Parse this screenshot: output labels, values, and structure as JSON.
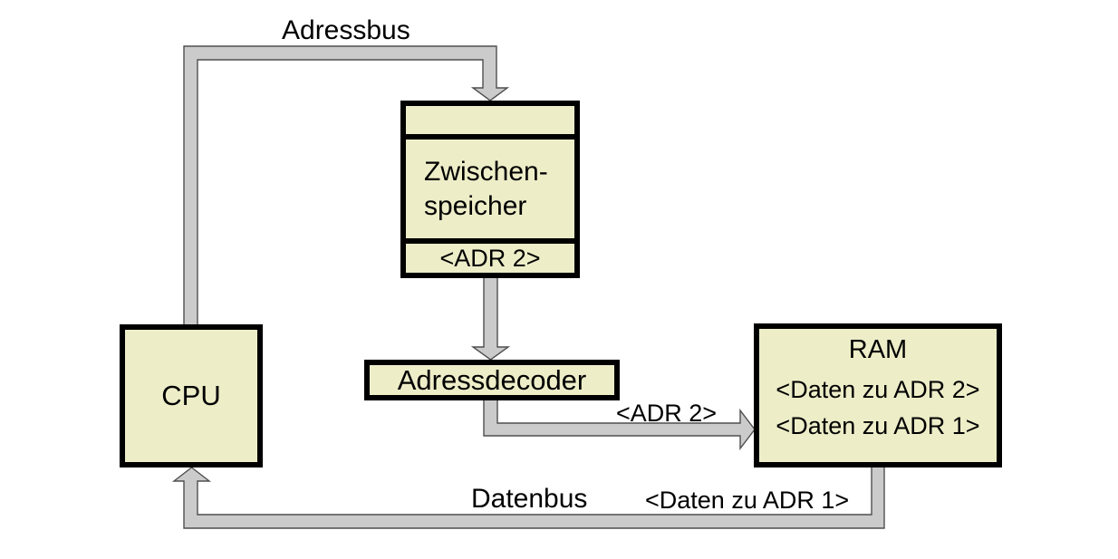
{
  "colors": {
    "background": "#ffffff",
    "box_fill": "#ededc8",
    "box_border": "#000000",
    "bus_fill": "#cbcbcb",
    "bus_stroke": "#4f4f4f",
    "text": "#000000"
  },
  "nodes": {
    "cpu": {
      "label": "CPU"
    },
    "buffer": {
      "line1": "Zwischen-",
      "line2": "speicher",
      "slot": "<ADR 2>"
    },
    "decoder": {
      "label": "Adressdecoder"
    },
    "ram": {
      "title": "RAM",
      "rows": [
        "<Daten zu ADR 2>",
        "<Daten zu ADR 1>"
      ]
    }
  },
  "buses": {
    "address_bus": {
      "label": "Adressbus"
    },
    "data_bus": {
      "label": "Datenbus",
      "data_label": "<Daten zu ADR 1>"
    },
    "decoder_to_ram": {
      "label": "<ADR 2>"
    }
  }
}
